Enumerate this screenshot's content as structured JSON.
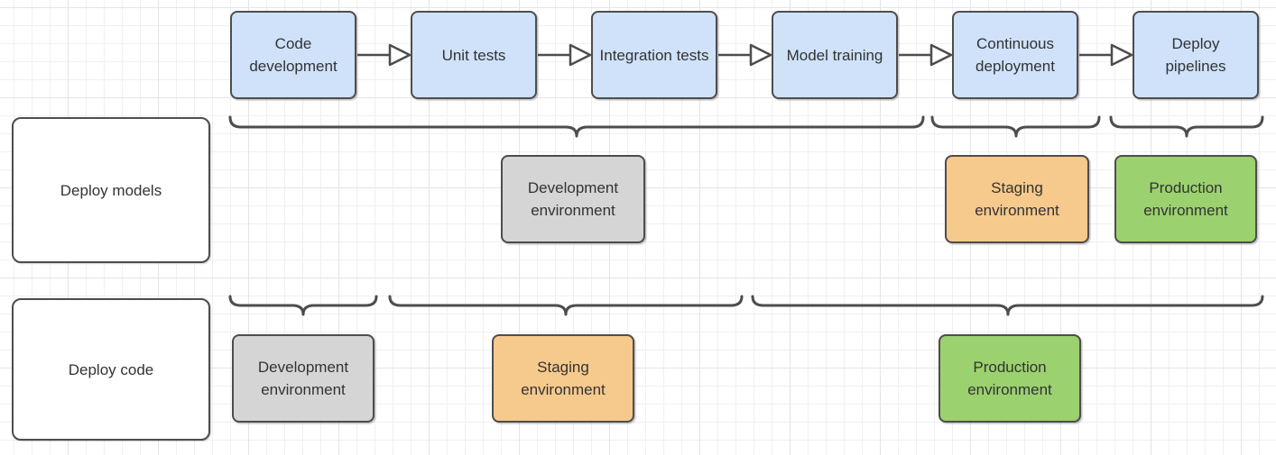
{
  "pipeline": {
    "steps": [
      {
        "label": "Code development"
      },
      {
        "label": "Unit tests"
      },
      {
        "label": "Integration tests"
      },
      {
        "label": "Model training"
      },
      {
        "label": "Continuous deployment"
      },
      {
        "label": "Deploy pipelines"
      }
    ]
  },
  "rows": [
    {
      "label": "Deploy models",
      "groups": [
        {
          "spans": "Code development – Model training",
          "environment": "Development environment"
        },
        {
          "spans": "Continuous deployment",
          "environment": "Staging environment"
        },
        {
          "spans": "Deploy pipelines",
          "environment": "Production environment"
        }
      ]
    },
    {
      "label": "Deploy code",
      "groups": [
        {
          "spans": "Code development",
          "environment": "Development environment"
        },
        {
          "spans": "Unit tests – Integration tests",
          "environment": "Staging environment"
        },
        {
          "spans": "Model training – Deploy pipelines",
          "environment": "Production environment"
        }
      ]
    }
  ],
  "colors": {
    "step_fill": "#cfe2f9",
    "development_fill": "#d5d5d5",
    "staging_fill": "#f6c98c",
    "production_fill": "#9bd16f",
    "row_label_fill": "#ffffff",
    "stroke": "#4d4d4d",
    "text": "#333333"
  }
}
